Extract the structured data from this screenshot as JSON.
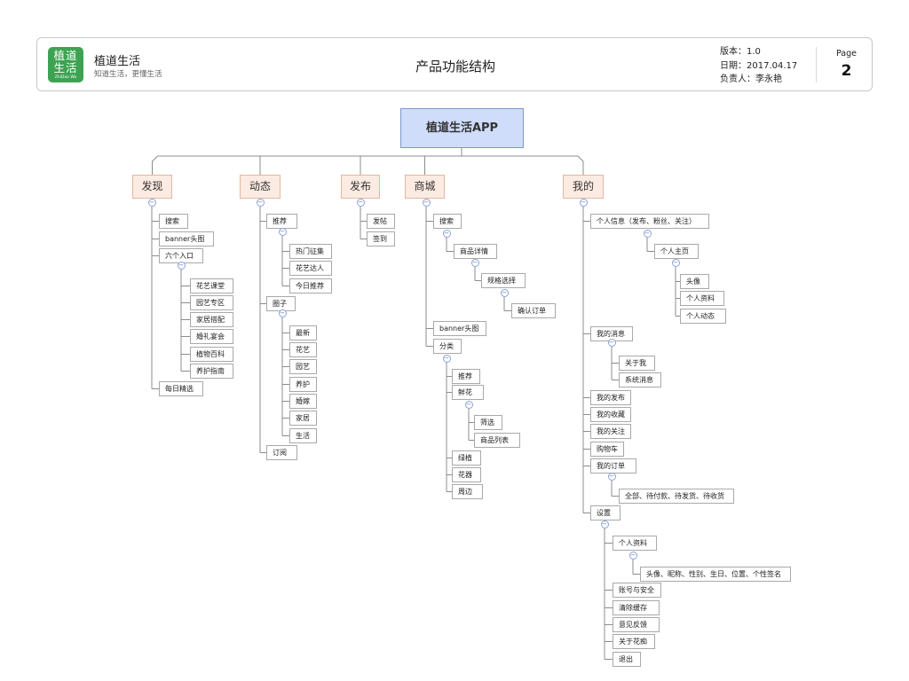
{
  "header": {
    "logo_text_top": "植道",
    "logo_text_bottom": "生活",
    "logo_text_caption": "ZhiDao Wo",
    "brand_name": "植道生活",
    "brand_slogan": "知道生活，更懂生活",
    "doc_title": "产品功能结构",
    "version": "版本：1.0",
    "date": "日期：2017.04.17",
    "owner": "负责人：李永艳",
    "page_label": "Page",
    "page_number": "2"
  },
  "colors": {
    "root_fill": "#cfdcfa",
    "category_fill": "#fcebe2",
    "connector": "#8c8c8c",
    "logo_green": "#3da352"
  },
  "tree": {
    "label": "植道生活APP",
    "children": [
      {
        "label": "发现",
        "children": [
          {
            "label": "搜索"
          },
          {
            "label": "banner头图"
          },
          {
            "label": "六个入口",
            "children": [
              {
                "label": "花艺课堂"
              },
              {
                "label": "园艺专区"
              },
              {
                "label": "家居搭配"
              },
              {
                "label": "婚礼宴会"
              },
              {
                "label": "植物百科"
              },
              {
                "label": "养护指南"
              }
            ]
          },
          {
            "label": "每日精选"
          }
        ]
      },
      {
        "label": "动态",
        "children": [
          {
            "label": "推荐",
            "children": [
              {
                "label": "热门征集"
              },
              {
                "label": "花艺达人"
              },
              {
                "label": "今日推荐"
              }
            ]
          },
          {
            "label": "圈子",
            "children": [
              {
                "label": "最新"
              },
              {
                "label": "花艺"
              },
              {
                "label": "园艺"
              },
              {
                "label": "养护"
              },
              {
                "label": "婚嫁"
              },
              {
                "label": "家居"
              },
              {
                "label": "生活"
              }
            ]
          },
          {
            "label": "订阅"
          }
        ]
      },
      {
        "label": "发布",
        "children": [
          {
            "label": "发帖"
          },
          {
            "label": "签到"
          }
        ]
      },
      {
        "label": "商城",
        "children": [
          {
            "label": "搜索",
            "children": [
              {
                "label": "商品详情",
                "children": [
                  {
                    "label": "规格选择",
                    "children": [
                      {
                        "label": "确认订单"
                      }
                    ]
                  }
                ]
              }
            ]
          },
          {
            "label": "banner头图"
          },
          {
            "label": "分类",
            "children": [
              {
                "label": "推荐"
              },
              {
                "label": "鲜花",
                "children": [
                  {
                    "label": "筛选"
                  },
                  {
                    "label": "商品列表"
                  }
                ]
              },
              {
                "label": "绿植"
              },
              {
                "label": "花器"
              },
              {
                "label": "周边"
              }
            ]
          }
        ]
      },
      {
        "label": "我的",
        "children": [
          {
            "label": "个人信息（发布、粉丝、关注）",
            "children": [
              {
                "label": "个人主页",
                "children": [
                  {
                    "label": "头像"
                  },
                  {
                    "label": "个人资料"
                  },
                  {
                    "label": "个人动态"
                  }
                ]
              }
            ]
          },
          {
            "label": "我的消息",
            "children": [
              {
                "label": "关于我"
              },
              {
                "label": "系统消息"
              }
            ]
          },
          {
            "label": "我的发布"
          },
          {
            "label": "我的收藏"
          },
          {
            "label": "我的关注"
          },
          {
            "label": "购物车"
          },
          {
            "label": "我的订单",
            "children": [
              {
                "label": "全部、待付款、待发货、待收货"
              }
            ]
          },
          {
            "label": "设置",
            "children": [
              {
                "label": "个人资料",
                "children": [
                  {
                    "label": "头像、昵称、性别、生日、位置、个性签名"
                  }
                ]
              },
              {
                "label": "账号与安全"
              },
              {
                "label": "清除缓存"
              },
              {
                "label": "意见反馈"
              },
              {
                "label": "关于花痴"
              },
              {
                "label": "退出"
              }
            ]
          }
        ]
      }
    ]
  }
}
